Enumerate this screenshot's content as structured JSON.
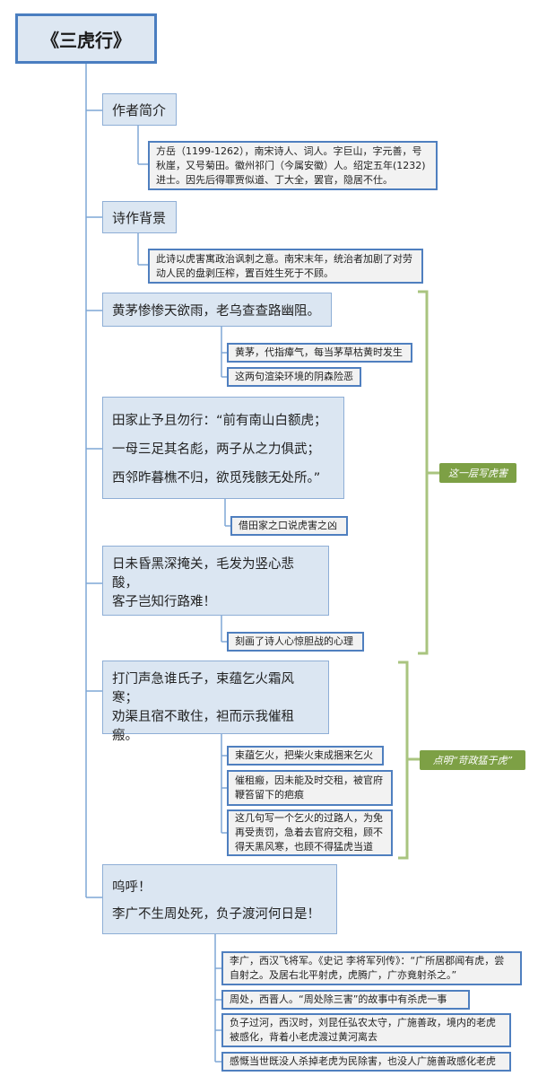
{
  "title": "《三虎行》",
  "sections": {
    "author": "作者简介",
    "background": "诗作背景"
  },
  "notes": {
    "author_bio": "方岳（1199-1262），南宋诗人、词人。字巨山，字元善，号秋崖，又号菊田。徽州祁门（今属安徽）人。绍定五年(1232)进士。因先后得罪贾似道、丁大全，罢官，隐居不仕。",
    "background": "此诗以虎害寓政治讽刺之意。南宋末年，统治者加剧了对劳动人民的盘剥压榨，置百姓生死于不顾。",
    "v1_a": "黄茅，代指瘴气，每当茅草枯黄时发生",
    "v1_b": "这两句渲染环境的阴森险恶",
    "v2_a": "借田家之口说虎害之凶",
    "v3_a": "刻画了诗人心惊胆战的心理",
    "v4_a": "束蕴乞火，把柴火束成捆来乞火",
    "v4_b": "催租瘢，因未能及时交租，被官府鞭笞留下的疤痕",
    "v4_c": "这几句写一个乞火的过路人，为免再受责罚，急着去官府交租，顾不得天黑风寒，也顾不得猛虎当道",
    "v5_a": "李广，西汉飞将军。《史记 李将军列传》：“广所居郡闻有虎，尝自射之。及居右北平射虎，虎腾广，广亦竟射杀之。”",
    "v5_b": "周处，西晋人。“周处除三害”的故事中有杀虎一事",
    "v5_c": "负子过河，西汉时，刘昆任弘农太守，广施善政，境内的老虎被感化，背着小老虎渡过黄河离去",
    "v5_d": "感慨当世既没人杀掉老虎为民除害，也没人广施善政感化老虎"
  },
  "verses": {
    "v1": [
      "黄茅惨惨天欲雨，老乌查查路幽阻。"
    ],
    "v2": [
      "田家止予且勿行：“前有南山白额虎；",
      "一母三足其名彪，两子从之力俱武；",
      "西邻昨暮樵不归，欲觅残骸无处所。”"
    ],
    "v3": [
      "日未昏黑深掩关，毛发为竖心悲酸，",
      "客子岂知行路难！"
    ],
    "v4": [
      "打门声急谁氏子，束蕴乞火霜风寒；",
      "劝渠且宿不敢住，袒而示我催租瘢。"
    ],
    "v5": [
      "呜呼！",
      "李广不生周处死，负子渡河何日是！"
    ]
  },
  "tags": {
    "layer1": "这一层写虎害",
    "layer2": "点明“苛政猛于虎”"
  },
  "colors": {
    "main_line": "#4a7ec0",
    "bracket": "#a9c47f",
    "tag_bg": "#7da045",
    "section_bg": "#dbe6f2",
    "note_border": "#4f7fbf"
  }
}
